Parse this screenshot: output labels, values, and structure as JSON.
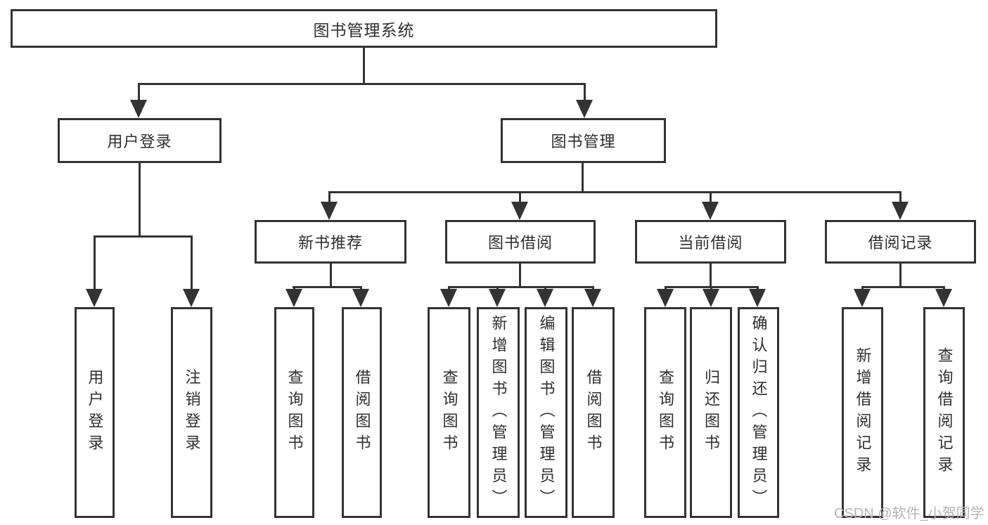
{
  "colors": {
    "line": "#333333",
    "text": "#2f2f2f",
    "background": "#ffffff",
    "watermark": "#b5b5b5"
  },
  "nodes": {
    "root": "图书管理系统",
    "user_login": "用户登录",
    "book_management": "图书管理",
    "new_book_recommend": "新书推荐",
    "book_borrowing": "图书借阅",
    "current_borrowing": "当前借阅",
    "borrowing_records": "借阅记录"
  },
  "leaves": {
    "user_login_group": [
      "用户登录",
      "注销登录"
    ],
    "new_book_recommend_group": [
      "查询图书",
      "借阅图书"
    ],
    "book_borrowing_group": [
      "查询图书",
      "新增图书（管理员）",
      "编辑图书（管理员）",
      "借阅图书"
    ],
    "current_borrowing_group": [
      "查询图书",
      "归还图书",
      "确认归还（管理员）"
    ],
    "borrowing_records_group": [
      "新增借阅记录",
      "查询借阅记录"
    ]
  },
  "watermark": "CSDN @软件_小贺同学"
}
